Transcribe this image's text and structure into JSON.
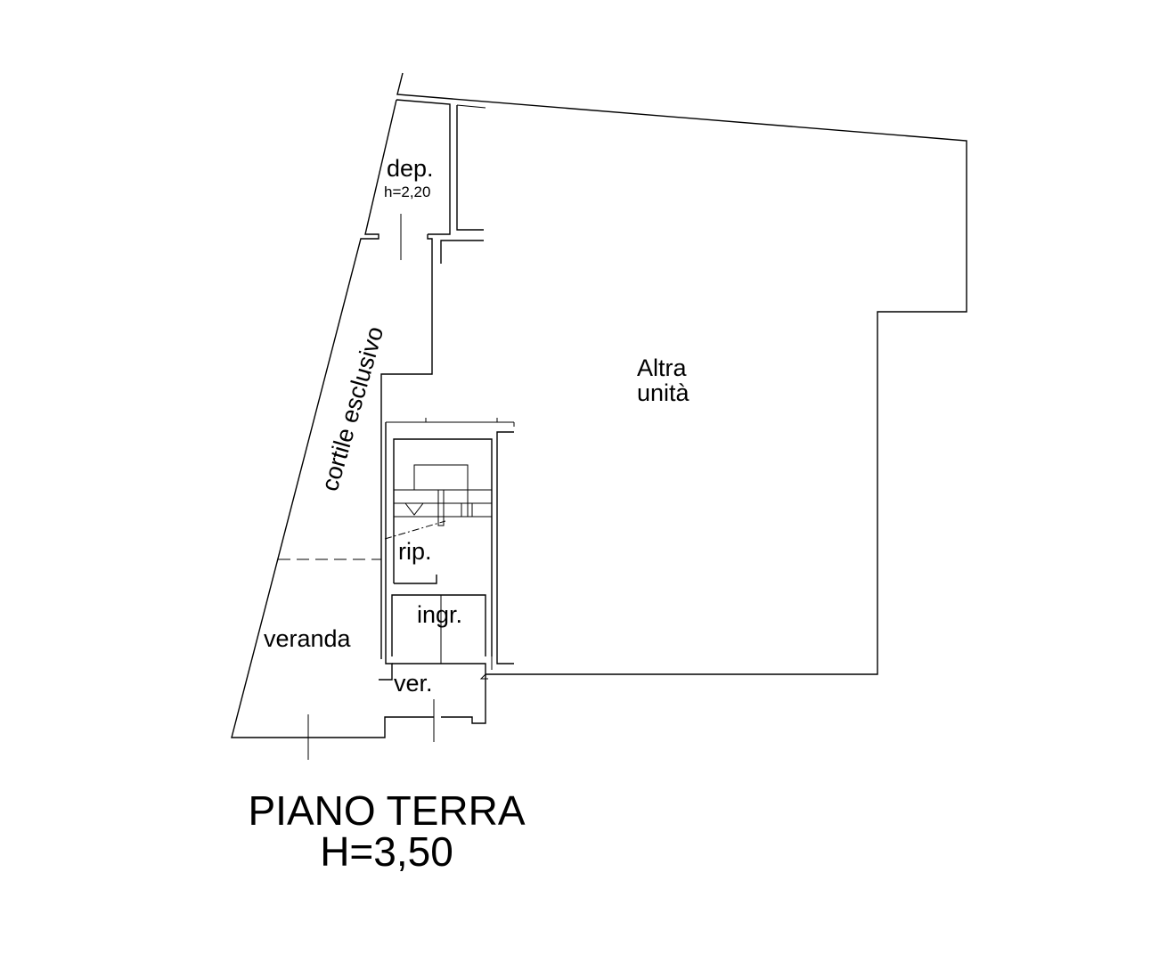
{
  "plan": {
    "title": "PIANO TERRA",
    "height": "H=3,50",
    "rooms": {
      "deposito": "dep.",
      "deposito_height": "h=2,20",
      "cortile": "cortile esclusivo",
      "altra_unita_line1": "Altra",
      "altra_unita_line2": "unità",
      "ripostiglio": "rip.",
      "ingresso": "ingr.",
      "veranda": "veranda",
      "verandina": "ver."
    }
  }
}
